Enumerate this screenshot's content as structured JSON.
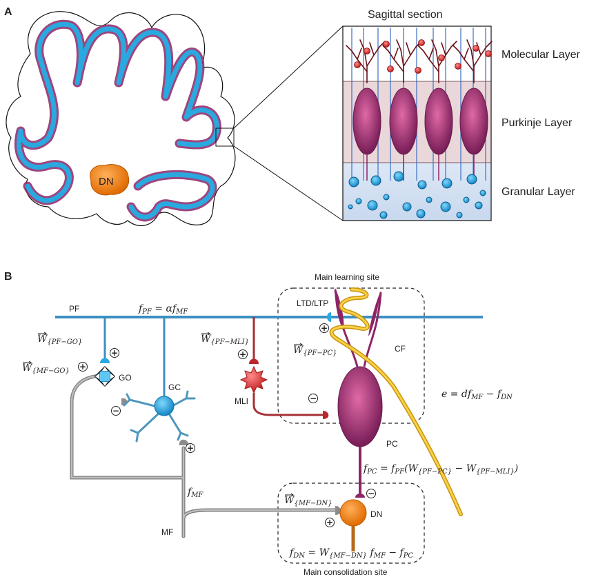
{
  "panel_a": {
    "label": "A",
    "dn_label": "DN",
    "section_title": "Sagittal section",
    "layers": [
      "Molecular Layer",
      "Purkinje Layer",
      "Granular Layer"
    ]
  },
  "panel_b": {
    "label": "B",
    "site_learning": "Main learning site",
    "site_consolidation": "Main consolidation site",
    "ltd_ltp": "LTD/LTP",
    "pf": "PF",
    "mf": "MF",
    "gc": "GC",
    "go": "GO",
    "mli": "MLI",
    "pc": "PC",
    "cf": "CF",
    "dn": "DN",
    "plus": "+",
    "minus": "−",
    "eq_fpf": {
      "lhs": "f",
      "lhs_sub": "PF",
      "rhs": " = αf",
      "rhs_sub": "MF"
    },
    "w_pf_go": {
      "base": "W",
      "sub": "{PF−GO}"
    },
    "w_mf_go": {
      "base": "W",
      "sub": "{MF−GO}"
    },
    "w_pf_mli": {
      "base": "W",
      "sub": "{PF−MLI}"
    },
    "w_pf_pc": {
      "base": "W",
      "sub": "{PF−PC}"
    },
    "w_mf_dn": {
      "base": "W",
      "sub": "{MF−DN}"
    },
    "f_mf": {
      "base": "f",
      "sub": "MF"
    },
    "eq_error": {
      "t1": "e = d",
      "t2": "f",
      "s2": "MF",
      "t3": " − f",
      "s3": "DN"
    },
    "eq_fpc": {
      "t1": "f",
      "s1": "PC",
      "t2": " = f",
      "s2": "PF",
      "t3": "(W",
      "s3": "{PF−PC}",
      "t4": " − W",
      "s4": "{PF−MLI}",
      "t5": ")"
    },
    "eq_fdn": {
      "t1": "f",
      "s1": "DN",
      "t2": " = W",
      "s2": "{MF−DN}",
      "t3": " f",
      "s3": "MF",
      "t4": " − f",
      "s4": "PC"
    }
  },
  "colors": {
    "blue": "#29a9df",
    "purple": "#8e2466",
    "orange": "#ef7d16",
    "red": "#b9262c",
    "gray": "#8c8c8c",
    "gold": "#f4c11a",
    "axon": "#3b8fc1"
  }
}
